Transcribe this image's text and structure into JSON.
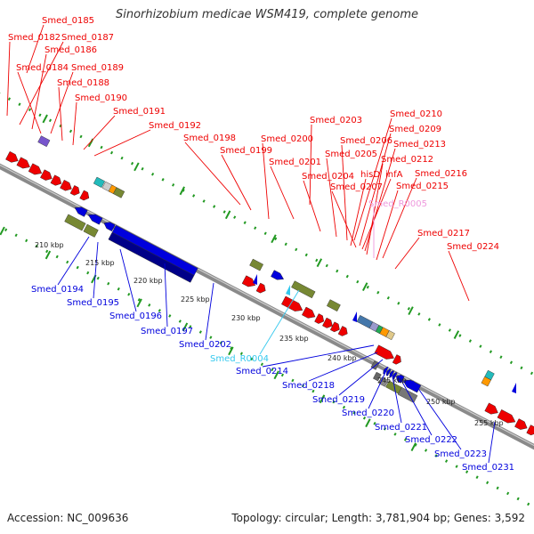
{
  "title": "Sinorhizobium medicae WSM419, complete genome",
  "footer": {
    "accession": "Accession: NC_009636",
    "summary": "Topology: circular; Length: 3,781,904 bp; Genes: 3,592"
  },
  "colors": {
    "forward": "#ee0000",
    "reverse": "#0000dd",
    "rna_forward": "#ee99dd",
    "rna_reverse": "#33c8ee"
  },
  "scale_labels": [
    "210 kbp",
    "215 kbp",
    "220 kbp",
    "225 kbp",
    "230 kbp",
    "235 kbp",
    "240 kbp",
    "245 kbp",
    "250 kbp",
    "255 kbp"
  ],
  "forward_labels": [
    "Smed_0185",
    "Smed_0182",
    "Smed_0187",
    "Smed_0186",
    "Smed_0184",
    "Smed_0189",
    "Smed_0188",
    "Smed_0190",
    "Smed_0191",
    "Smed_0192",
    "Smed_0198",
    "Smed_0199",
    "Smed_0200",
    "Smed_0201",
    "Smed_0203",
    "Smed_0204",
    "Smed_0205",
    "Smed_0206",
    "Smed_0207",
    "Smed_0210",
    "Smed_0209",
    "Smed_0213",
    "hisD",
    "infA",
    "Smed_0212",
    "Smed_0216",
    "Smed_0215",
    "Smed_0217",
    "Smed_0224"
  ],
  "forward_rna_labels": [
    "Smed_R0005"
  ],
  "reverse_labels": [
    "Smed_0194",
    "Smed_0195",
    "Smed_0196",
    "Smed_0197",
    "Smed_0202",
    "Smed_0214",
    "Smed_0218",
    "Smed_0219",
    "Smed_0220",
    "Smed_0221",
    "Smed_0222",
    "Smed_0223",
    "Smed_0231"
  ],
  "reverse_rna_labels": [
    "Smed_R0004"
  ]
}
